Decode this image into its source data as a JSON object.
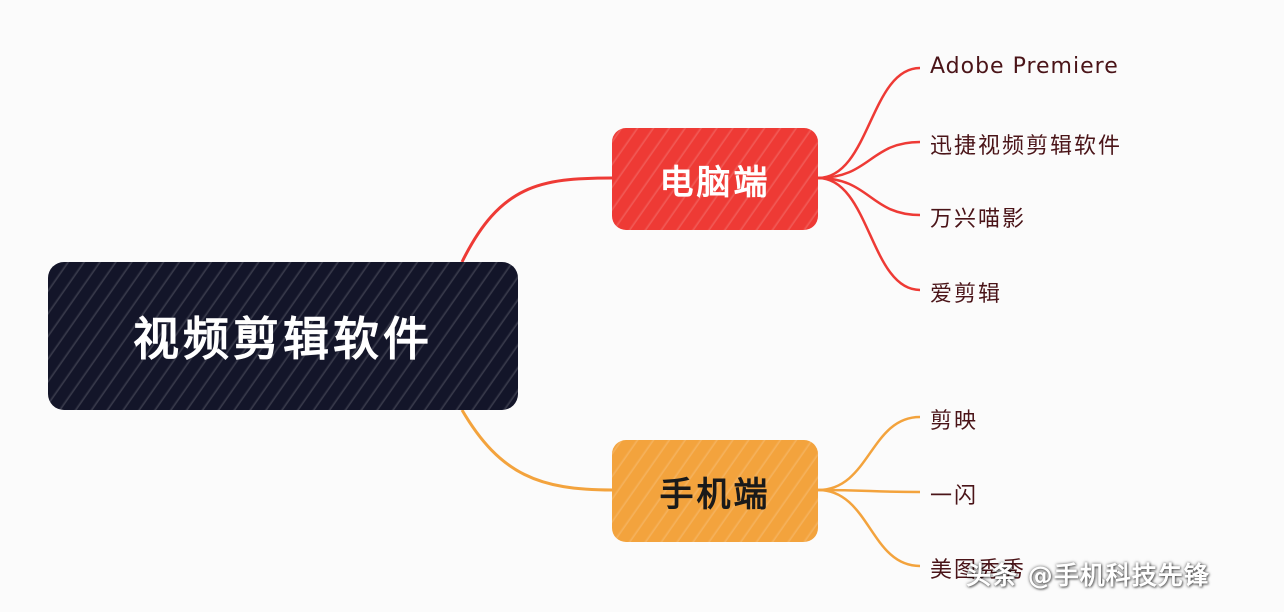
{
  "mindmap": {
    "root": {
      "label": "视频剪辑软件",
      "color": "#131529"
    },
    "branches": [
      {
        "label": "电脑端",
        "color": "#ee3a35",
        "leaves": [
          "Adobe Premiere",
          "迅捷视频剪辑软件",
          "万兴喵影",
          "爱剪辑"
        ]
      },
      {
        "label": "手机端",
        "color": "#f3a33d",
        "leaves": [
          "剪映",
          "一闪",
          "美图秀秀"
        ]
      }
    ]
  },
  "watermark": "头条 @手机科技先锋"
}
